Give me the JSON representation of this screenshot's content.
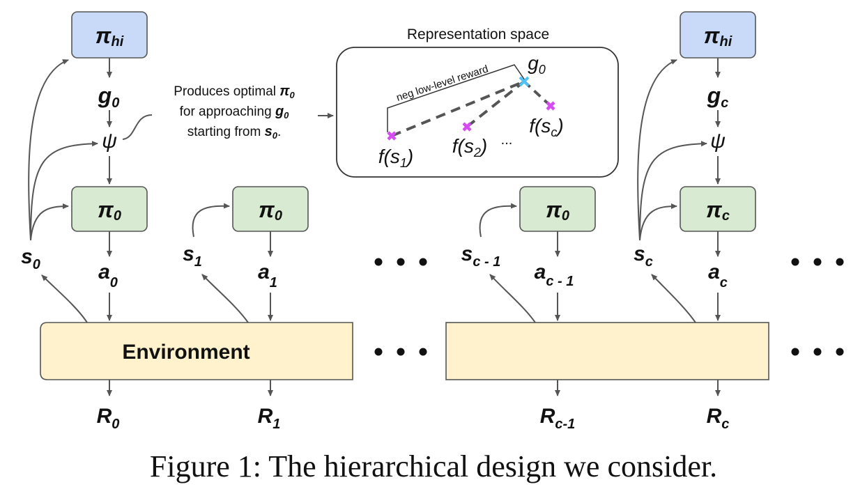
{
  "policies": {
    "hi_left": {
      "main": "π",
      "sub": "hi"
    },
    "lo_0": {
      "main": "π",
      "sub": "0"
    },
    "lo_1": {
      "main": "π",
      "sub": "0"
    },
    "lo_c1": {
      "main": "π",
      "sub": "0"
    },
    "hi_right": {
      "main": "π",
      "sub": "hi"
    },
    "lo_c": {
      "main": "π",
      "sub": "c"
    }
  },
  "goals": {
    "g0": {
      "main": "g",
      "sub": "0"
    },
    "gc": {
      "main": "g",
      "sub": "c"
    }
  },
  "psi": "ψ",
  "states": {
    "s0": {
      "main": "s",
      "sub": "0"
    },
    "s1": {
      "main": "s",
      "sub": "1"
    },
    "sc1": {
      "main": "s",
      "sub": "c - 1"
    },
    "sc": {
      "main": "s",
      "sub": "c"
    }
  },
  "actions": {
    "a0": {
      "main": "a",
      "sub": "0"
    },
    "a1": {
      "main": "a",
      "sub": "1"
    },
    "ac1": {
      "main": "a",
      "sub": "c - 1"
    },
    "ac": {
      "main": "a",
      "sub": "c"
    }
  },
  "rewards": {
    "r0": {
      "main": "R",
      "sub": "0"
    },
    "r1": {
      "main": "R",
      "sub": "1"
    },
    "rc1": {
      "main": "R",
      "sub": "c-1"
    },
    "rc": {
      "main": "R",
      "sub": "c"
    }
  },
  "environment_label": "Environment",
  "annotation": {
    "line1_prefix": "Produces optimal ",
    "line1_pi": "π",
    "line1_sub": "0",
    "line2_prefix": "for approaching ",
    "line2_g": "g",
    "line2_sub": "0",
    "line3_prefix": "starting from ",
    "line3_s": "s",
    "line3_sub": "0",
    "line3_suffix": "."
  },
  "representation": {
    "title": "Representation space",
    "reward_label": "neg low-level reward",
    "goal": {
      "main": "g",
      "sub": "0"
    },
    "f1": {
      "pre": "f(s",
      "sub": "1",
      "post": ")"
    },
    "f2": {
      "pre": "f(s",
      "sub": "2",
      "post": ")"
    },
    "f_ellipsis": "...",
    "fc": {
      "pre": "f(s",
      "sub": "c",
      "post": ")"
    }
  },
  "caption": "Figure 1: The hierarchical design we consider.",
  "colors": {
    "hi_box": "#c9daf8",
    "lo_box": "#d9ead3",
    "environment": "#fff2cc",
    "goal_marker": "#4fc3f7",
    "state_marker": "#d54df0"
  }
}
